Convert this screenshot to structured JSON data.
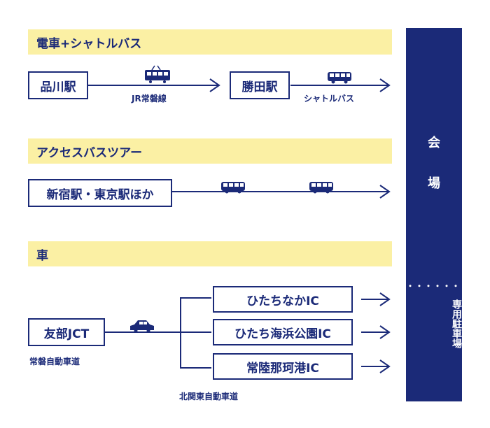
{
  "sections": {
    "train": {
      "title": "電車+シャトルバス",
      "origin": "品川駅",
      "line_label": "JR常磐線",
      "transfer": "勝田駅",
      "shuttle_label": "シャトルバス",
      "icons": [
        "train-icon",
        "bus-icon"
      ]
    },
    "bus_tour": {
      "title": "アクセスバスツアー",
      "origin": "新宿駅・東京駅ほか",
      "icons": [
        "bus-icon",
        "bus-icon"
      ]
    },
    "car": {
      "title": "車",
      "origin": "友部JCT",
      "origin_road": "常磐自動車道",
      "branch_road": "北関東自動車道",
      "exits": [
        "ひたちなかIC",
        "ひたち海浜公園IC",
        "常陸那珂港IC"
      ],
      "icons": [
        "car-icon"
      ]
    }
  },
  "venue": {
    "chars": [
      "会",
      "場"
    ],
    "dots": "・・・・・・・",
    "parking": "専用駐車場"
  },
  "colors": {
    "navy": "#1b2a78",
    "band": "#fbf0a4",
    "white": "#ffffff"
  }
}
